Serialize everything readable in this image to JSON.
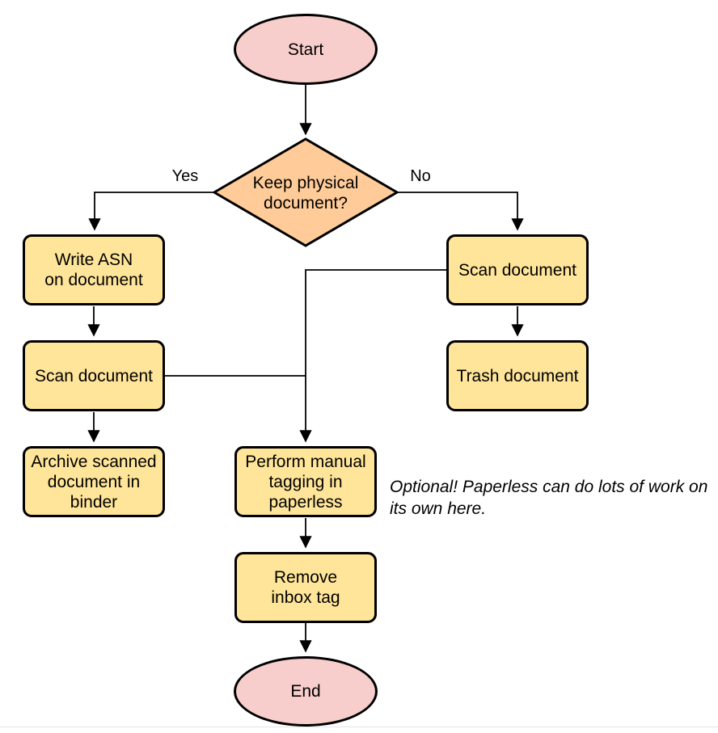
{
  "colors": {
    "background": "#ffffff",
    "terminal_fill": "#f8cecc",
    "decision_fill": "#ffcc99",
    "process_fill": "#ffe599",
    "stroke": "#000000"
  },
  "nodes": {
    "start": {
      "type": "terminal",
      "label": "Start"
    },
    "decision": {
      "type": "decision",
      "label": "Keep physical\ndocument?"
    },
    "write_asn": {
      "type": "process",
      "label": "Write ASN\non document"
    },
    "scan_left": {
      "type": "process",
      "label": "Scan document"
    },
    "archive": {
      "type": "process",
      "label": "Archive scanned\ndocument in\nbinder"
    },
    "scan_right": {
      "type": "process",
      "label": "Scan document"
    },
    "trash": {
      "type": "process",
      "label": "Trash document"
    },
    "tagging": {
      "type": "process",
      "label": "Perform manual\ntagging in\npaperless"
    },
    "remove_inbox": {
      "type": "process",
      "label": "Remove\ninbox tag"
    },
    "end": {
      "type": "terminal",
      "label": "End"
    }
  },
  "edge_labels": {
    "yes": "Yes",
    "no": "No"
  },
  "note": {
    "text": "Optional! Paperless can do lots of work on\nits own here."
  }
}
